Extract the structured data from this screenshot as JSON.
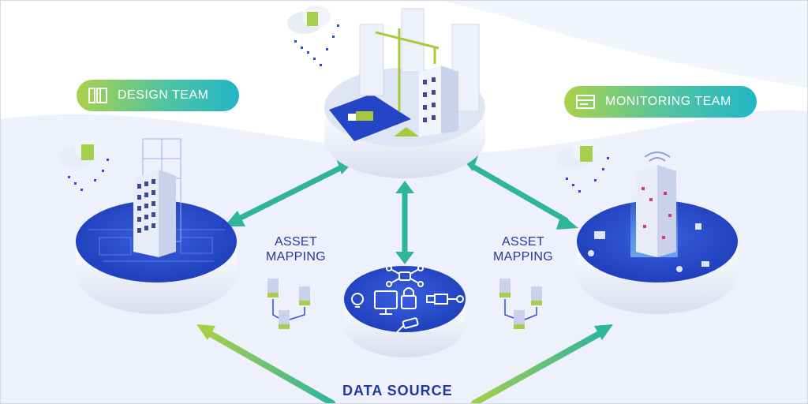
{
  "teams": {
    "design": {
      "label": "DESIGN TEAM",
      "icon": "blueprint-icon"
    },
    "monitoring": {
      "label": "MONITORING TEAM",
      "icon": "dashboard-icon"
    }
  },
  "labels": {
    "asset_mapping_left": [
      "ASSET",
      "MAPPING"
    ],
    "asset_mapping_right": [
      "ASSET",
      "MAPPING"
    ],
    "data_source": "DATA SOURCE"
  },
  "nodes": [
    {
      "id": "construction",
      "icon": "construction-site-icon"
    },
    {
      "id": "design",
      "icon": "building-blueprint-icon"
    },
    {
      "id": "monitoring",
      "icon": "smart-building-icon"
    },
    {
      "id": "data-source",
      "icons": [
        "drone-icon",
        "light-bulb-icon",
        "monitor-icon",
        "lock-icon",
        "satellite-icon",
        "security-camera-icon"
      ]
    }
  ],
  "colors": {
    "platform_blue": "#2446c6",
    "arrow_teal": "#2fb59c",
    "arrow_green": "#a3cf4b",
    "label_blue": "#1f3a9e",
    "background_wash": "#eef1fb"
  }
}
